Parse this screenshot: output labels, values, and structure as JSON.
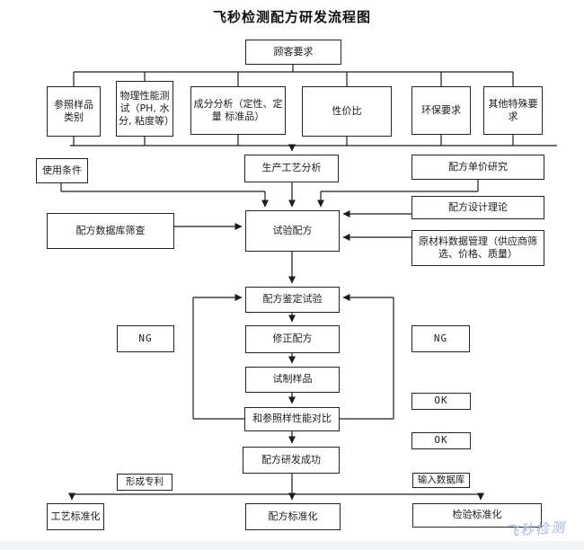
{
  "title": "飞秒检测配方研发流程图",
  "watermark": "飞秒检测",
  "colors": {
    "line": "#1c1c1c",
    "box_border": "#242424",
    "watermark": "#a3aede",
    "background": "#ffffff"
  },
  "flowchart": {
    "nodes": {
      "customer": "顾客要求",
      "ref_sample": "参照样品类别",
      "physical_test": "物理性能测试（PH, 水分, 粘度等）",
      "component_analysis": "成分分析（定性、定量 标准品）",
      "cost_performance": "性价比",
      "environmental": "环保要求",
      "other_special": "其他特殊要求",
      "usage_conditions": "使用条件",
      "process_analysis": "生产工艺分析",
      "unit_price": "配方单价研究",
      "db_screening": "配方数据库筛查",
      "trial_formula": "试验配方",
      "design_theory": "配方设计理论",
      "raw_material": "原材料数据管理（供应商筛选、价格、质量）",
      "appraisal_test": "配方鉴定试验",
      "revise_formula": "修正配方",
      "trial_sample": "试制样品",
      "performance_compare": "和参照样性能对比",
      "rd_success": "配方研发成功",
      "process_std": "工艺标准化",
      "formula_std": "配方标准化",
      "inspection_std": "检验标准化"
    },
    "edge_labels": {
      "patent": "形成专利",
      "database": "输入数据库"
    },
    "status": {
      "ng_left": "NG",
      "ng_right": "NG",
      "ok_top": "OK",
      "ok_bottom": "OK"
    }
  }
}
